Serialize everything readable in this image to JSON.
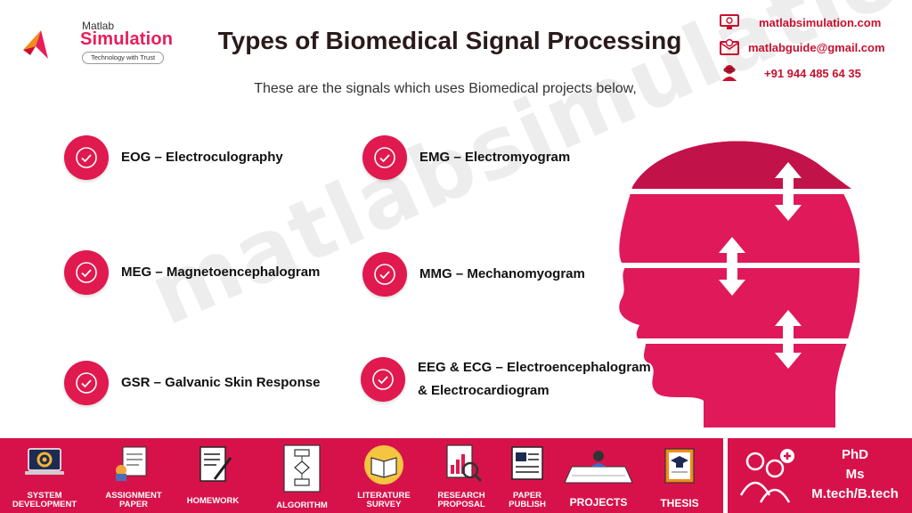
{
  "brand": {
    "small": "Matlab",
    "name": "Simulation",
    "tagline": "Technology with Trust"
  },
  "title": "Types of Biomedical Signal Processing",
  "subtitle": "These are the signals  which uses Biomedical projects below,",
  "watermark": "matlabsimulation.com",
  "contacts": {
    "website": "matlabsimulation.com",
    "email": "matlabguide@gmail.com",
    "phone": "+91 944 485 64 35"
  },
  "signals": [
    {
      "label": "EOG – Electroculography"
    },
    {
      "label": "EMG – Electromyogram"
    },
    {
      "label": "MEG – Magnetoencephalogram"
    },
    {
      "label": "MMG – Mechanomyogram"
    },
    {
      "label": "GSR – Galvanic Skin Response"
    },
    {
      "label_line1": "EEG & ECG – Electroencephalogram",
      "label_line2": "& Electrocardiogram"
    }
  ],
  "services": [
    {
      "line1": "SYSTEM",
      "line2": "DEVELOPMENT",
      "icon": "gear-laptop-icon"
    },
    {
      "line1": "ASSIGNMENT",
      "line2": "PAPER",
      "icon": "assignment-icon"
    },
    {
      "line1": "HOMEWORK",
      "line2": "",
      "icon": "homework-icon"
    },
    {
      "line1": "ALGORITHM",
      "line2": "",
      "icon": "flowchart-icon"
    },
    {
      "line1": "LITERATURE",
      "line2": "SURVEY",
      "icon": "book-icon"
    },
    {
      "line1": "RESEARCH",
      "line2": "PROPOSAL",
      "icon": "research-icon"
    },
    {
      "line1": "PAPER",
      "line2": "PUBLISH",
      "icon": "publish-icon"
    },
    {
      "line1": "PROJECTS",
      "line2": "",
      "icon": "projects-icon"
    },
    {
      "line1": "THESIS",
      "line2": "",
      "icon": "thesis-icon"
    }
  ],
  "degrees": [
    "PhD",
    "Ms",
    "M.tech/B.tech"
  ],
  "colors": {
    "accent": "#e0194e",
    "bar": "#d7124a",
    "contact": "#c8102e"
  }
}
